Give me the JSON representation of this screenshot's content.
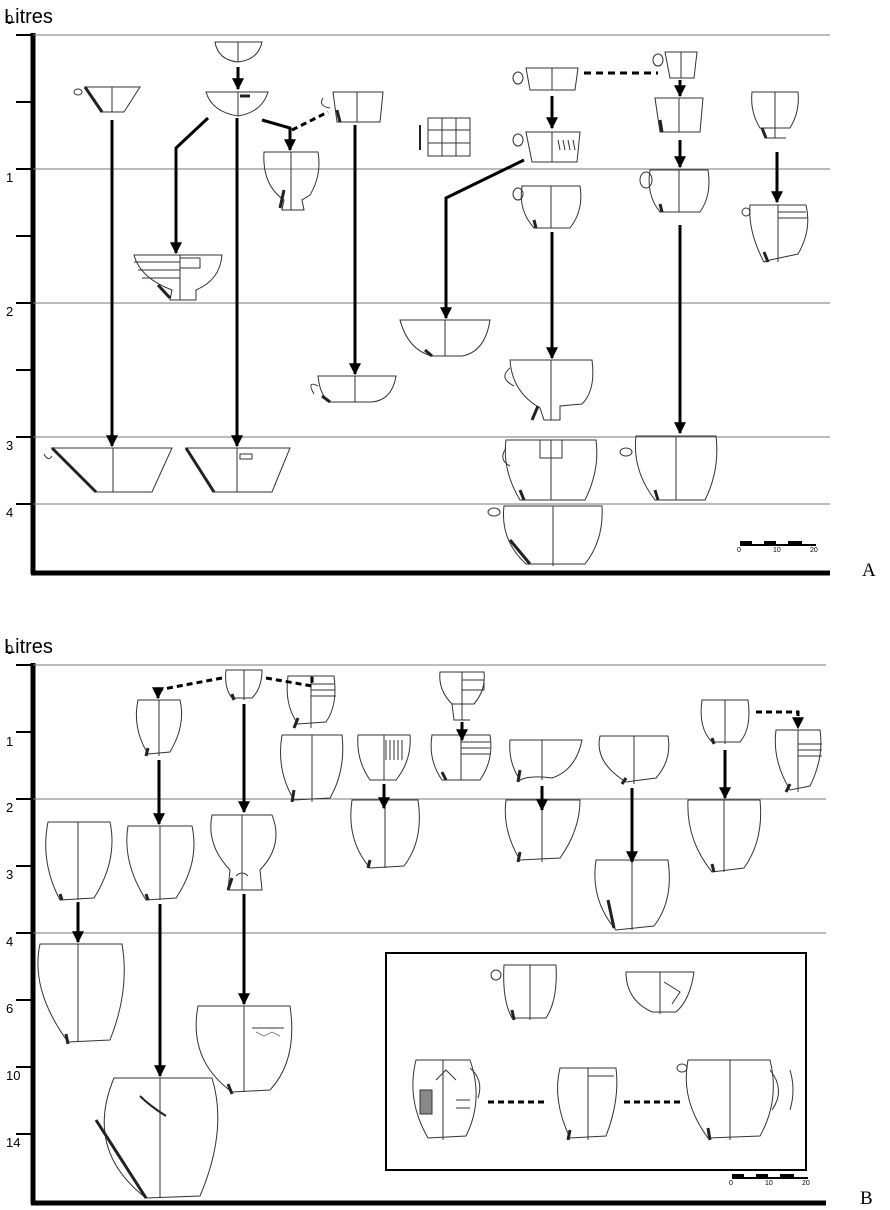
{
  "panel_a": {
    "title": "Litres",
    "ticks": [
      "0",
      "1",
      "2",
      "3",
      "4"
    ],
    "label": "A",
    "scale_labels": [
      "0",
      "10",
      "20"
    ]
  },
  "panel_b": {
    "title": "Litres",
    "ticks": [
      "0",
      "1",
      "2",
      "3",
      "4",
      "6",
      "10",
      "14"
    ],
    "label": "B",
    "scale_labels": [
      "0",
      "10",
      "20"
    ]
  }
}
